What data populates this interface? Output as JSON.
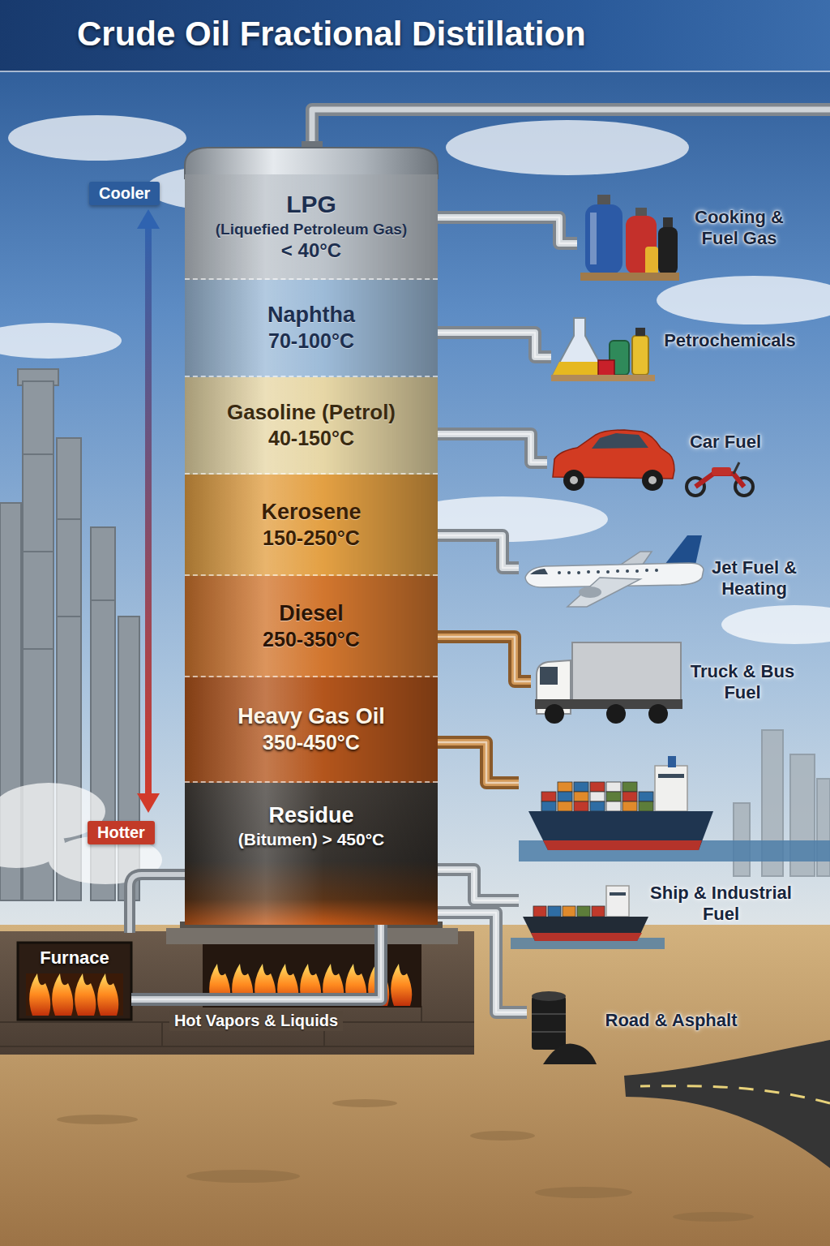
{
  "diagram": {
    "title": "Crude Oil Fractional Distillation",
    "nodes": [
      {
        "text": [
          "LPG",
          "(Liquefied Petroleum Gas)",
          "< 40°C"
        ]
      },
      {
        "text": [
          "Naphtha",
          "70-100°C"
        ]
      },
      {
        "text": [
          "Gasoline (Petrol)",
          "40-150°C"
        ]
      },
      {
        "text": [
          "Kerosene",
          "150-250°C"
        ]
      },
      {
        "text": [
          "Diesel",
          "250-350°C"
        ]
      },
      {
        "text": [
          "Heavy Gas Oil",
          "350-450°C"
        ]
      },
      {
        "text": [
          "Residue",
          "(Bitumen) > 450°C"
        ]
      },
      {
        "text": [
          "Cooking & Fuel Gas"
        ]
      },
      {
        "text": [
          "Petrochemicals"
        ]
      },
      {
        "text": [
          "Car Fuel"
        ]
      },
      {
        "text": [
          "Jet Fuel & Heating"
        ]
      },
      {
        "text": [
          "Truck & Bus Fuel"
        ]
      },
      {
        "text": [
          "Ship & Industrial Fuel"
        ]
      },
      {
        "text": [
          "Furnace"
        ]
      },
      {
        "text": [
          "Road & Asphalt"
        ]
      }
    ],
    "edges": [
      {
        "from": 0,
        "to": 7,
        "arrow": "none"
      },
      {
        "from": 1,
        "to": 8,
        "arrow": "none"
      },
      {
        "from": 2,
        "to": 9,
        "arrow": "none"
      },
      {
        "from": 3,
        "to": 10,
        "arrow": "none"
      },
      {
        "from": 4,
        "to": 11,
        "arrow": "none"
      },
      {
        "from": 5,
        "to": 12,
        "arrow": "none"
      },
      {
        "from": 6,
        "to": 12,
        "arrow": "none"
      },
      {
        "from": 6,
        "to": 14,
        "arrow": "none"
      },
      {
        "from": 13,
        "to": 6,
        "label": "Hot Vapors & Liquids",
        "arrow": "none"
      }
    ],
    "labels": [
      "Cooler",
      "Hotter"
    ]
  }
}
